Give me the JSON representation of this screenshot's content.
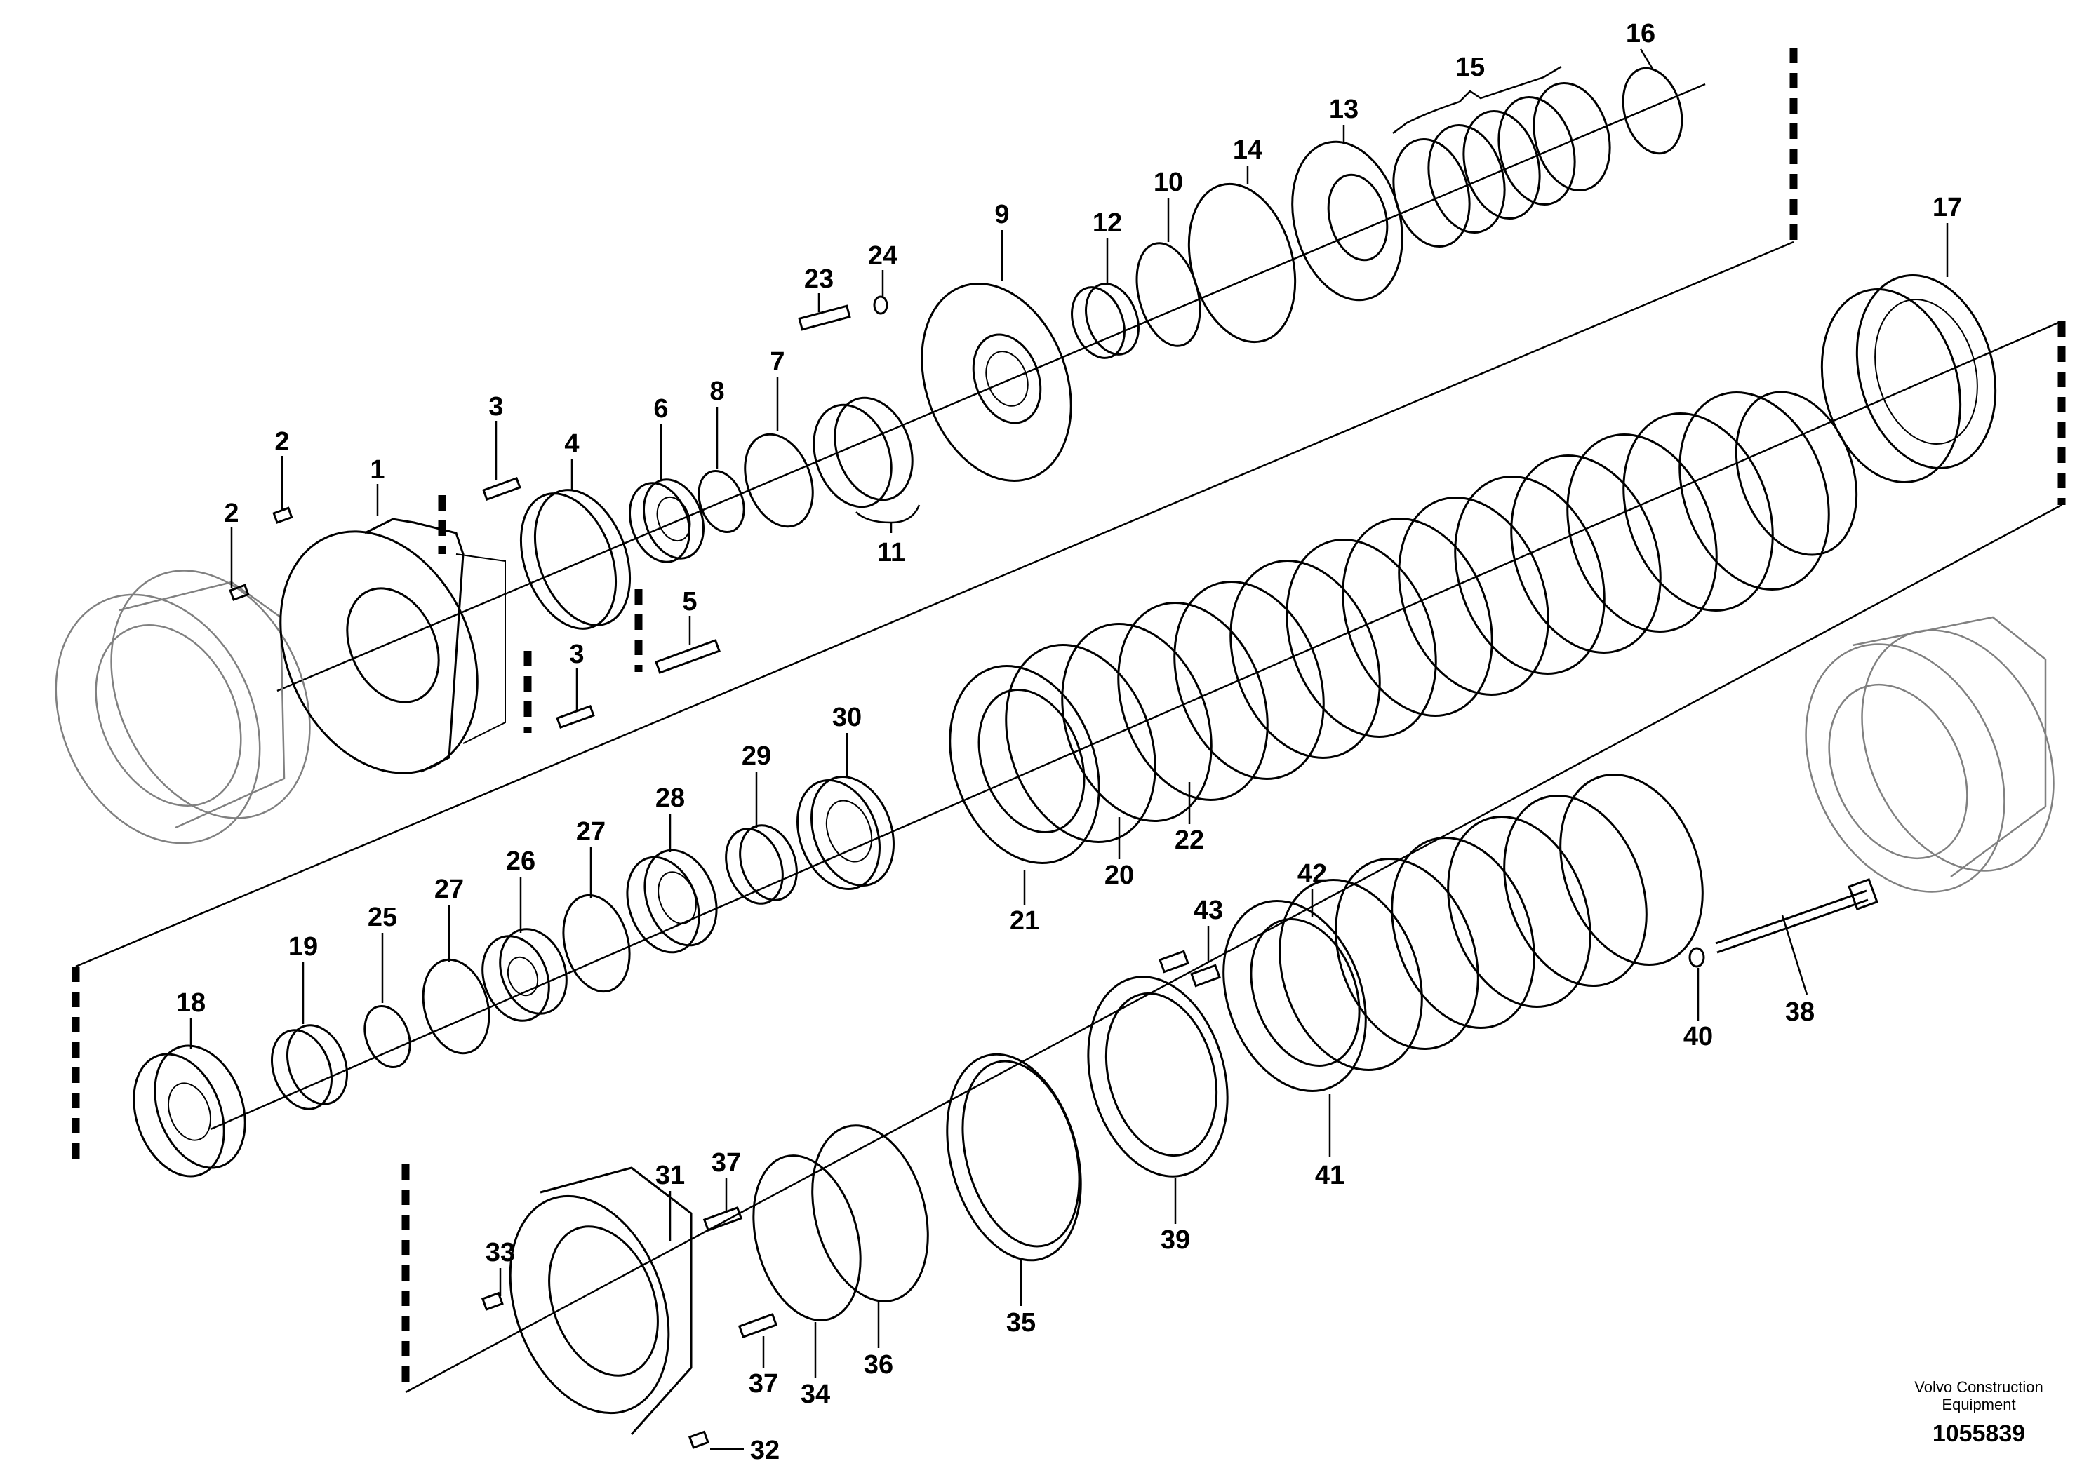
{
  "labels": {
    "l1": "1",
    "l2a": "2",
    "l2b": "2",
    "l3a": "3",
    "l3b": "3",
    "l4": "4",
    "l5": "5",
    "l6": "6",
    "l7": "7",
    "l8": "8",
    "l9": "9",
    "l10": "10",
    "l11": "11",
    "l12": "12",
    "l13": "13",
    "l14": "14",
    "l15": "15",
    "l16": "16",
    "l17": "17",
    "l18": "18",
    "l19": "19",
    "l20": "20",
    "l21": "21",
    "l22": "22",
    "l23": "23",
    "l24": "24",
    "l25": "25",
    "l26": "26",
    "l27a": "27",
    "l27b": "27",
    "l28": "28",
    "l29": "29",
    "l30": "30",
    "l31": "31",
    "l32": "32",
    "l33": "33",
    "l34": "34",
    "l35": "35",
    "l36": "36",
    "l37a": "37",
    "l37b": "37",
    "l38": "38",
    "l39": "39",
    "l40": "40",
    "l41": "41",
    "l42": "42",
    "l43": "43"
  },
  "credit": {
    "line1": "Volvo Construction",
    "line2": "Equipment"
  },
  "doc_number": "1055839"
}
